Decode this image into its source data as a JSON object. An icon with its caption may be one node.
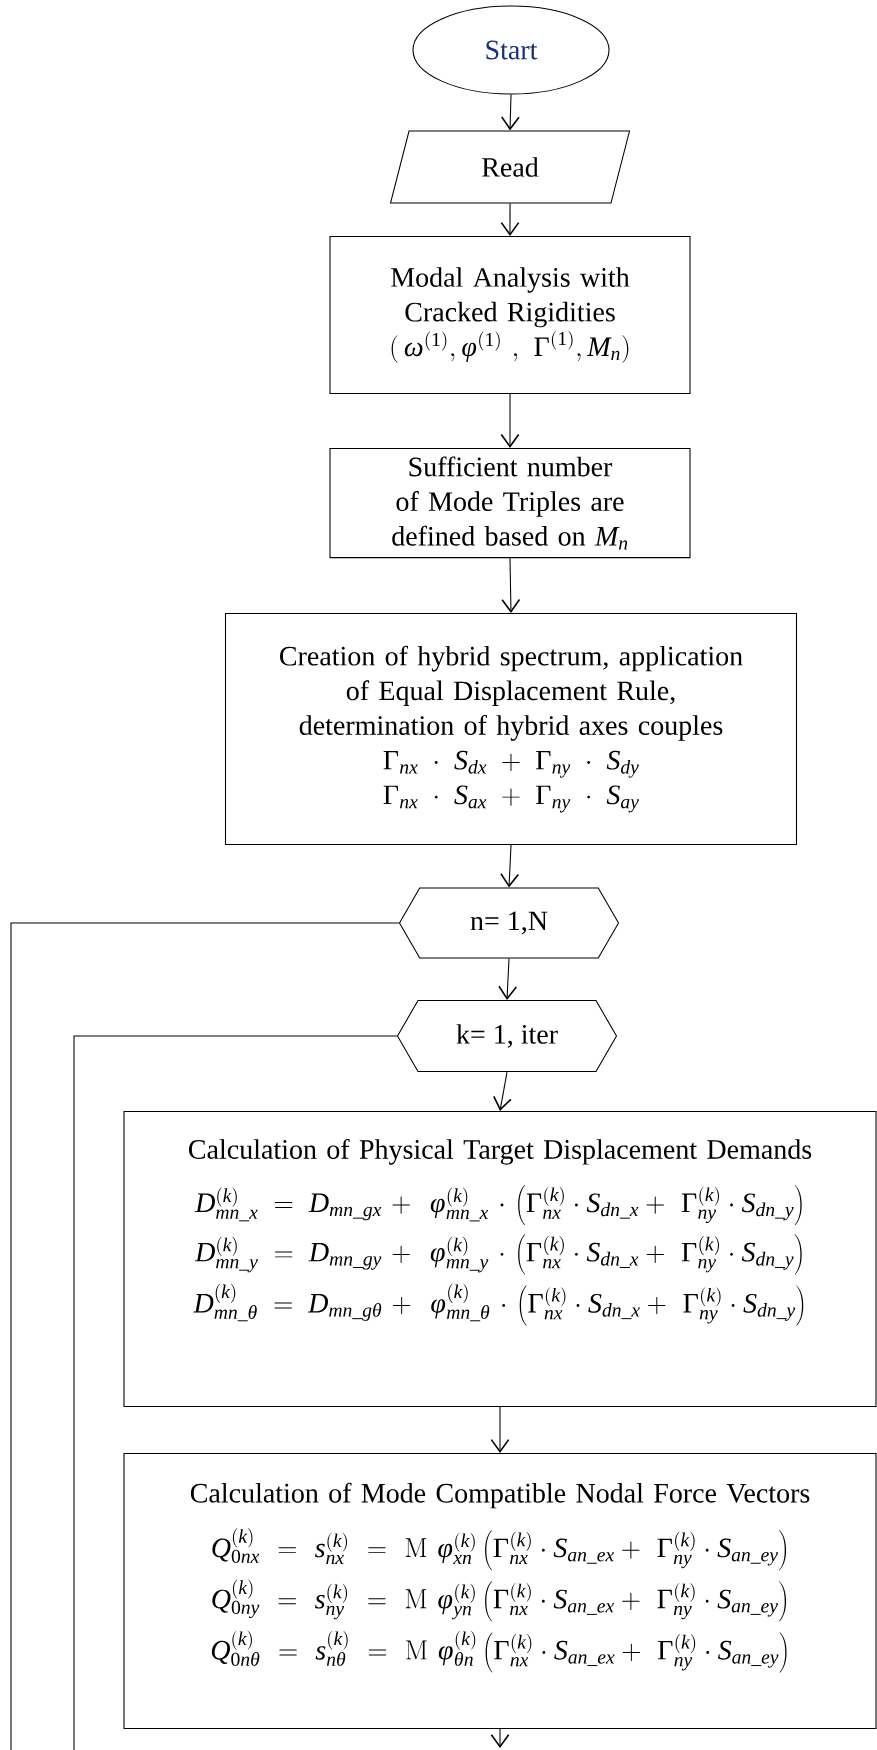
{
  "diagram": {
    "nodes": [
      {
        "text": [
          "Start"
        ]
      },
      {
        "text": [
          "Read"
        ]
      },
      {
        "text": [
          "Modal Analysis with Cracked Rigidities",
          "(\\,\\omega^{(1)},\\phi^{(1)}\\ ,\\ \\Gamma^{(1)},M_n)"
        ]
      },
      {
        "text": [
          "Sufficient number of Mode Triples are defined based on",
          "M_n"
        ]
      },
      {
        "text": [
          "Creation of hybrid spectrum, application of Equal Displacement Rule, determination of hybrid axes couples",
          "\\Gamma_{nx}\\cdot S_{dx}+\\Gamma_{ny}\\cdot S_{dy}",
          "\\Gamma_{nx}\\cdot S_{ax}+\\Gamma_{ny}\\cdot S_{ay}"
        ]
      },
      {
        "text": [
          "n= 1,N"
        ]
      },
      {
        "text": [
          "k= 1, iter"
        ]
      },
      {
        "text": [
          "Calculation of Physical Target Displacement Demands",
          "D^{(k)}_{mn\\_x}=D_{mn\\_gx}+\\ \\phi^{(k)}_{mn\\_x}\\cdot\\left(\\Gamma^{(k)}_{nx}\\cdot S_{dn\\_x}+\\ \\Gamma^{(k)}_{ny}\\cdot S_{dn\\_y}\\right)",
          "D^{(k)}_{mn\\_y}=D_{mn\\_gy}+\\ \\phi^{(k)}_{mn\\_y}\\cdot\\left(\\Gamma^{(k)}_{nx}\\cdot S_{dn\\_x}+\\ \\Gamma^{(k)}_{ny}\\cdot S_{dn\\_y}\\right)",
          "D^{(k)}_{mn\\_\\theta}=D_{mn\\_g\\theta}+\\ \\phi^{(k)}_{mn\\_\\theta}\\cdot\\left(\\Gamma^{(k)}_{nx}\\cdot S_{dn\\_x}+\\ \\Gamma^{(k)}_{ny}\\cdot S_{dn\\_y}\\right)"
        ]
      },
      {
        "text": [
          "Calculation of Mode Compatible Nodal Force Vectors",
          "Q^{(k)}_{0nx}=s^{(k)}_{nx}=\\mathrm{M}\\ \\phi^{(k)}_{xn}\\left(\\Gamma^{(k)}_{nx}\\cdot S_{an\\_ex}+\\ \\Gamma^{(k)}_{ny}\\cdot S_{an\\_ey}\\right)",
          "Q^{(k)}_{0ny}=s^{(k)}_{ny}=\\mathrm{M}\\ \\phi^{(k)}_{yn}\\left(\\Gamma^{(k)}_{nx}\\cdot S_{an\\_ex}+\\ \\Gamma^{(k)}_{ny}\\cdot S_{an\\_ey}\\right)",
          "Q^{(k)}_{0n\\theta}=s^{(k)}_{n\\theta}=\\mathrm{M}\\ \\phi^{(k)}_{\\theta n}\\left(\\Gamma^{(k)}_{nx}\\cdot S_{an\\_ex}+\\ \\Gamma^{(k)}_{ny}\\cdot S_{an\\_ey}\\right)"
        ]
      }
    ],
    "edges": [
      {
        "from": 0,
        "to": 1,
        "arrow": "to"
      },
      {
        "from": 1,
        "to": 2,
        "arrow": "to"
      },
      {
        "from": 2,
        "to": 3,
        "arrow": "to"
      },
      {
        "from": 3,
        "to": 4,
        "arrow": "to"
      },
      {
        "from": 4,
        "to": 5,
        "arrow": "to"
      },
      {
        "from": 5,
        "to": 6,
        "arrow": "to"
      },
      {
        "from": 6,
        "to": 7,
        "arrow": "to"
      },
      {
        "from": 7,
        "to": 8,
        "arrow": "to"
      },
      {
        "from": 8,
        "to": null,
        "arrow": "to"
      },
      {
        "from": 5,
        "to": null,
        "arrow": "none"
      },
      {
        "from": 6,
        "to": null,
        "arrow": "none"
      }
    ]
  }
}
